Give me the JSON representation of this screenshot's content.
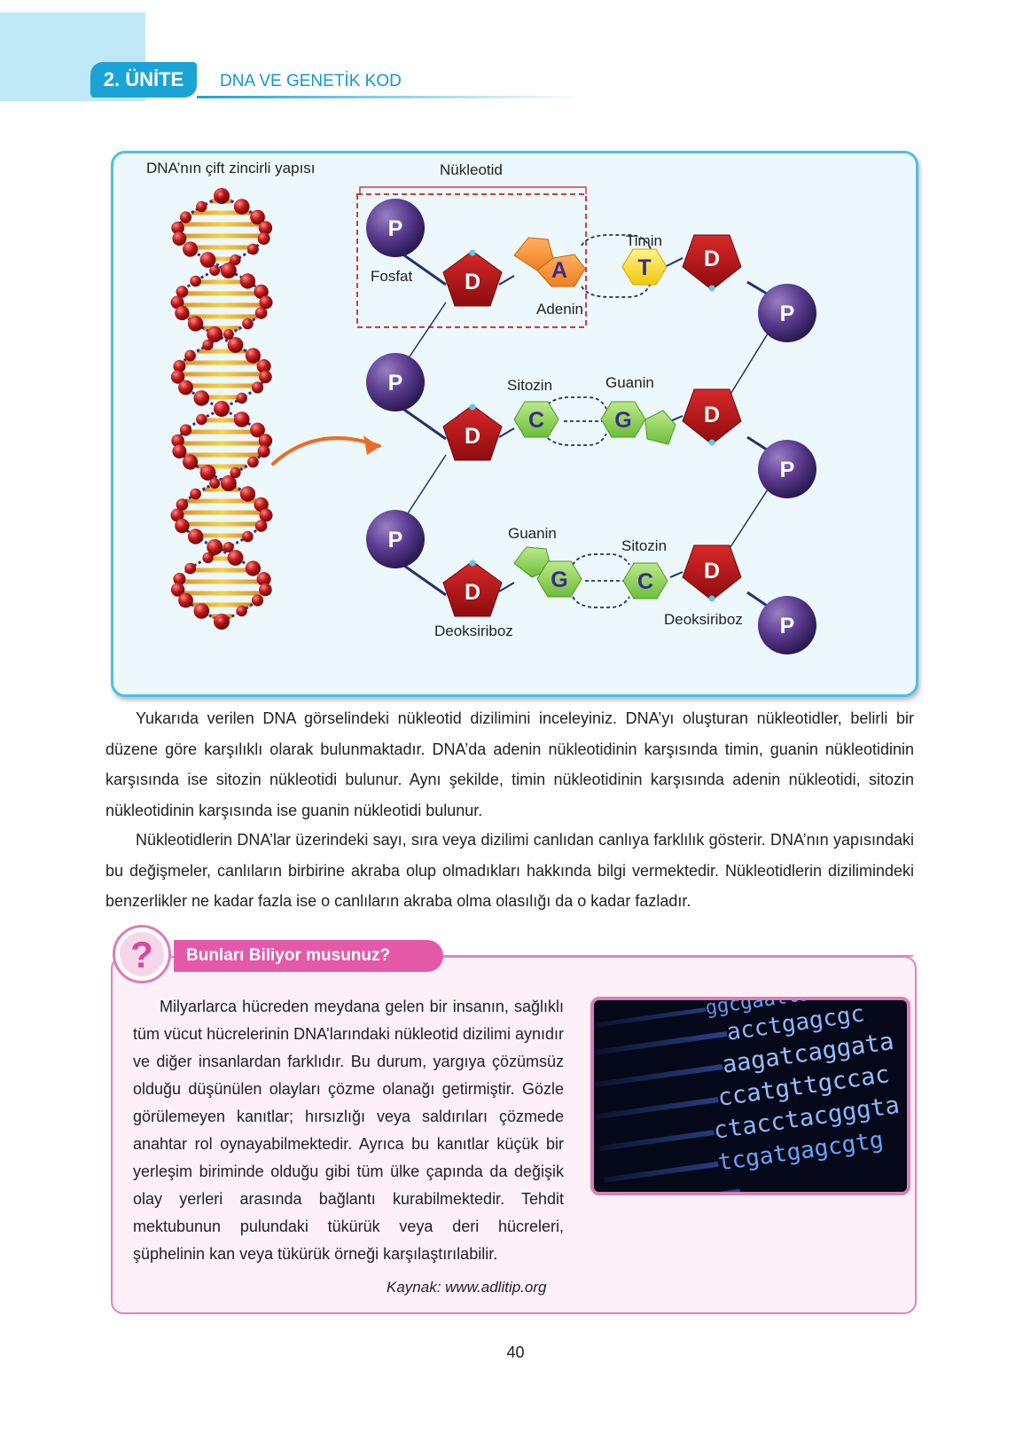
{
  "header": {
    "unit": "2. ÜNİTE",
    "title": "DNA VE GENETİK KOD"
  },
  "figure": {
    "helix_caption": "DNA’nın çift zincirli yapısı",
    "nucleotide_label": "Nükleotid",
    "phosphate_letter": "P",
    "deoxyribose_letter": "D",
    "labels": {
      "fosfat": "Fosfat",
      "adenin": "Adenin",
      "timin": "Timin",
      "sitozin": "Sitozin",
      "guanin": "Guanin",
      "deoksiriboz": "Deoksiriboz"
    },
    "bases": {
      "A": "A",
      "T": "T",
      "C": "C",
      "G": "G"
    }
  },
  "paragraphs": [
    "Yukarıda verilen DNA görselindeki nükleotid dizilimini inceleyiniz. DNA’yı oluşturan nükleotidler, belirli bir düzene göre karşılıklı olarak bulunmaktadır. DNA’da adenin nükleotidinin karşısında timin, guanin nükleotidinin karşısında ise sitozin nükleotidi bulunur. Aynı şekilde, timin nükleotidinin karşısında adenin nükleotidi, sitozin nükleotidinin karşısında ise guanin nükleotidi bulunur.",
    "Nükleotidlerin DNA’lar üzerindeki sayı, sıra veya dizilimi canlıdan canlıya farklılık gösterir. DNA’nın yapısındaki bu değişmeler, canlıların birbirine akraba olup olmadıkları hakkında bilgi vermektedir. Nükleotidlerin dizilimindeki benzerlikler ne kadar fazla ise o canlıların akraba olma olasılığı da o kadar fazladır."
  ],
  "info": {
    "icon": "?",
    "title": "Bunları Biliyor musunuz?",
    "text": "Milyarlarca hücreden meydana gelen bir insanın, sağlıklı tüm vücut hücrelerinin DNA’larındaki nükleotid dizilimi aynıdır ve diğer insanlardan farklıdır. Bu durum, yargıya çözümsüz olduğu düşünülen olayları çözme olanağı getirmiştir. Gözle görülemeyen kanıtlar; hırsızlığı veya saldırıları çözmede anahtar rol oynayabilmektedir. Ayrıca bu kanıtlar küçük bir yerleşim biriminde olduğu gibi tüm ülke çapında da değişik olay yerleri arasında bağlantı kurabilmektedir. Tehdit mektubunun pulundaki tükürük veya deri hücreleri, şüphelinin kan veya tükürük örneği karşılaştırılabilir.",
    "source": "Kaynak: www.adlitip.org",
    "sequence_lines": [
      "ggcgaattatttga",
      "acctgagcgc",
      "aagatcaggata",
      "ccatgttgccac",
      "ctacctacgggta",
      "tcgatgagcgtg"
    ]
  },
  "page_number": "40"
}
